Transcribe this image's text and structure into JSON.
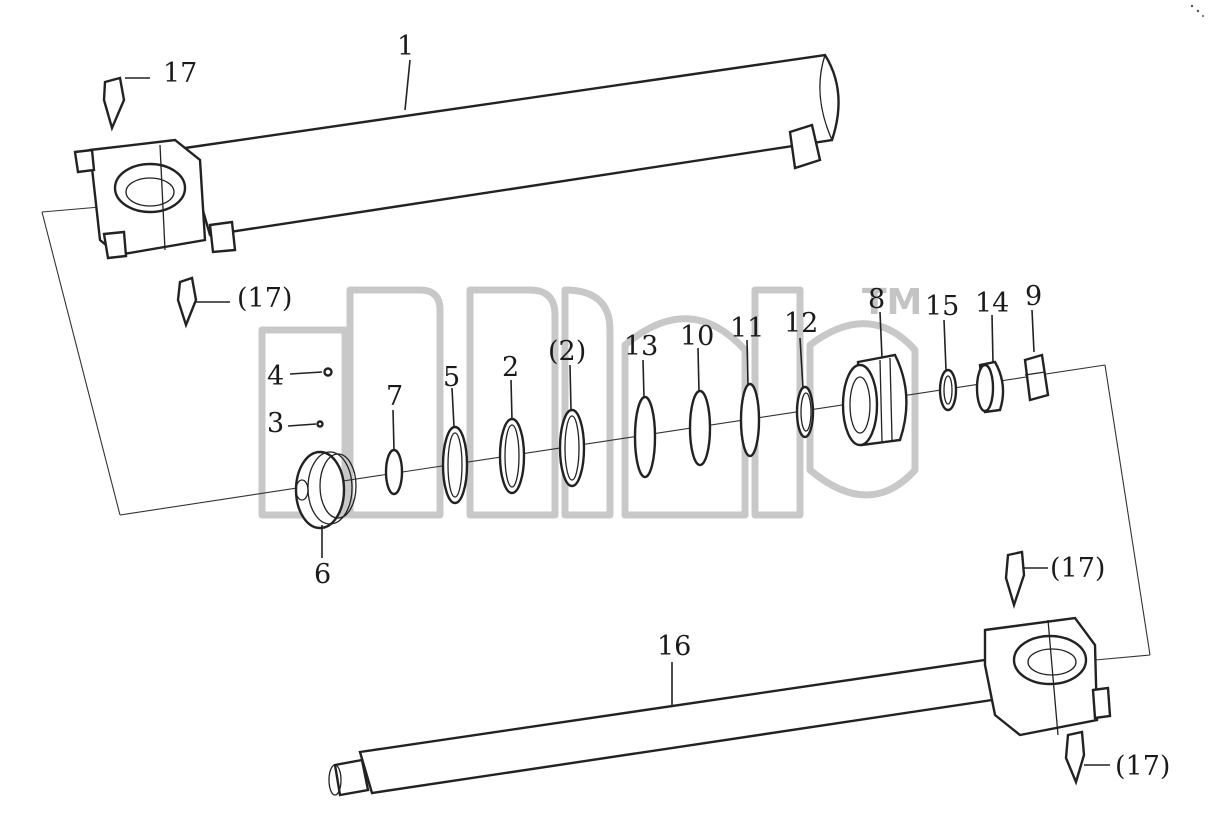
{
  "diagram": {
    "callouts": {
      "c1": "1",
      "c2": "2",
      "c2p": "(2)",
      "c3": "3",
      "c4": "4",
      "c5": "5",
      "c6": "6",
      "c7": "7",
      "c8": "8",
      "c9": "9",
      "c10": "10",
      "c11": "11",
      "c12": "12",
      "c13": "13",
      "c14": "14",
      "c15": "15",
      "c16": "16",
      "c17": "17",
      "c17a": "(17)",
      "c17b": "(17)",
      "c17c": "(17)"
    },
    "watermark": {
      "mark": "TM"
    }
  }
}
